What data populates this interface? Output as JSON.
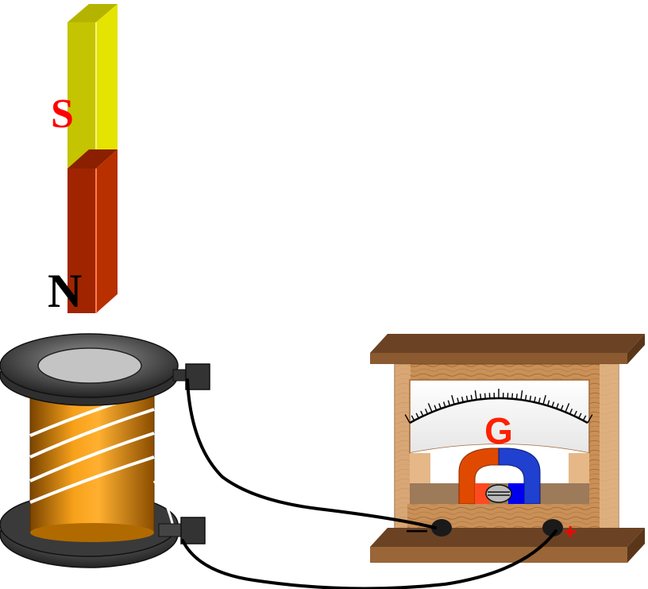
{
  "magnet": {
    "south_label": "S",
    "north_label": "N",
    "colors": {
      "south": "#e0e000",
      "north": "#b02800",
      "south_label": "#ff0000",
      "north_label": "#000000"
    }
  },
  "galvanometer": {
    "label": "G",
    "minus_label": "—",
    "plus_label": "+",
    "colors": {
      "label": "#ff2000",
      "plus": "#ff0000",
      "minus": "#000000",
      "wood": "#c8925a"
    }
  },
  "coil": {
    "colors": {
      "winding": "#f39200",
      "spool": "#555555",
      "wire": "#000000"
    }
  }
}
